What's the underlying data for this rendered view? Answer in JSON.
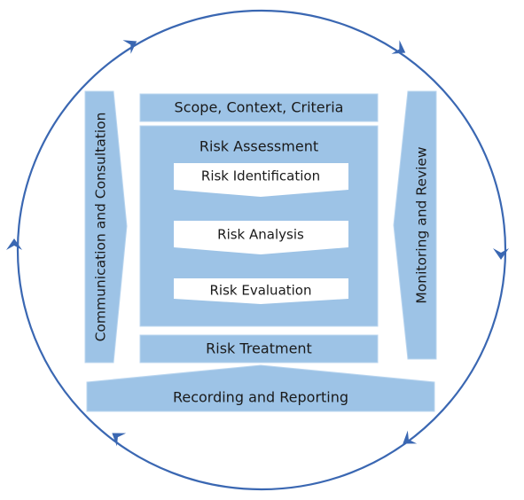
{
  "diagram": {
    "colors": {
      "ring": "#3a67b2",
      "arrowhead": "#3a67b2",
      "block_fill": "#9dc3e6",
      "block_stroke": "#b9d5ef",
      "inner_fill": "#ffffff",
      "text": "#1a1a1a"
    },
    "labels": {
      "scope": "Scope, Context, Criteria",
      "assessment": "Risk Assessment",
      "identification": "Risk Identification",
      "analysis": "Risk Analysis",
      "evaluation": "Risk Evaluation",
      "treatment": "Risk Treatment",
      "recording": "Recording and Reporting",
      "communication": "Communication and Consultation",
      "monitoring": "Monitoring and Review"
    },
    "ring_arrow_icons": [
      "arrowhead-icon",
      "arrowhead-icon",
      "arrowhead-icon",
      "arrowhead-icon",
      "arrowhead-icon",
      "arrowhead-icon"
    ]
  }
}
